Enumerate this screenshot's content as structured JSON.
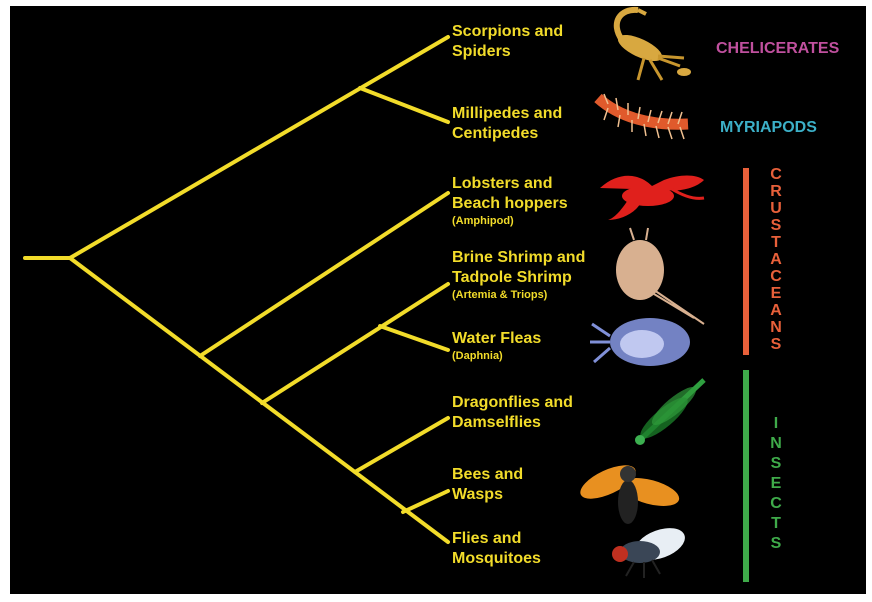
{
  "leaves": [
    {
      "line1": "Scorpions and",
      "line2": "Spiders",
      "sub": ""
    },
    {
      "line1": "Millipedes and",
      "line2": "Centipedes",
      "sub": ""
    },
    {
      "line1": "Lobsters and",
      "line2": "Beach hoppers",
      "sub": "(Amphipod)"
    },
    {
      "line1": "Brine Shrimp and",
      "line2": "Tadpole Shrimp",
      "sub": "(Artemia & Triops)"
    },
    {
      "line1": "Water Fleas",
      "line2": "",
      "sub": "(Daphnia)"
    },
    {
      "line1": "Dragonflies and",
      "line2": "Damselflies",
      "sub": ""
    },
    {
      "line1": "Bees and",
      "line2": "Wasps",
      "sub": ""
    },
    {
      "line1": "Flies and",
      "line2": "Mosquitoes",
      "sub": ""
    }
  ],
  "groups": {
    "chelicerates": "CHELICERATES",
    "myriapods": "MYRIAPODS",
    "crustaceans": "CRUSTACEANS",
    "insects": "INSECTS"
  },
  "colors": {
    "background": "#000000",
    "tree": "#f2dc2a",
    "label": "#f2dc2a",
    "chelicerates": "#c0509e",
    "myriapods": "#3cb0c8",
    "crustaceans": "#e8603a",
    "insects": "#3faa4a"
  },
  "icons": [
    "scorpion-icon",
    "centipede-icon",
    "lobster-icon",
    "tadpole-shrimp-icon",
    "water-flea-icon",
    "damselfly-icon",
    "wasp-icon",
    "fly-icon"
  ]
}
